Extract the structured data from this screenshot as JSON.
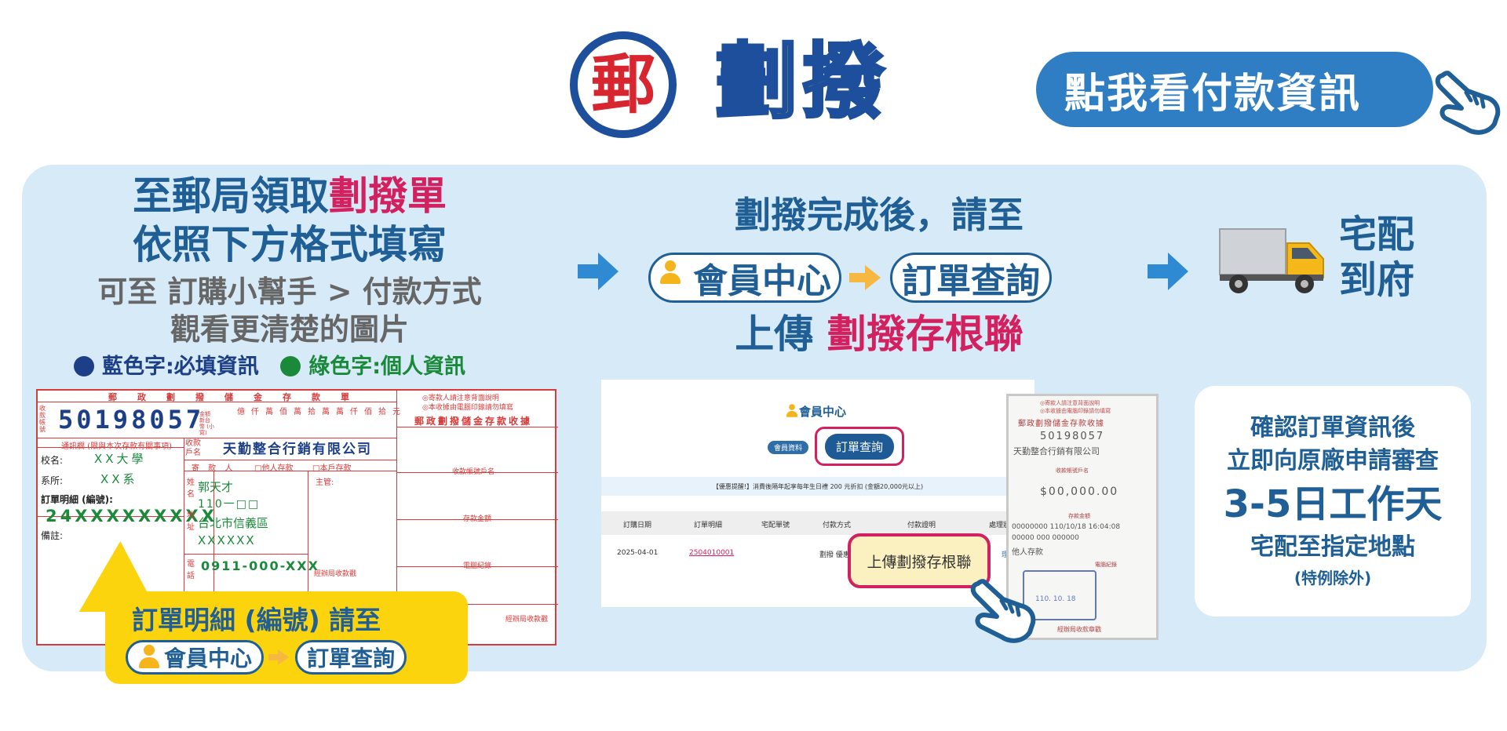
{
  "header": {
    "logo_glyph": "郵",
    "title": "劃撥",
    "pay_info_button": "點我看付款資訊"
  },
  "step1": {
    "line1_prefix": "至郵局領取",
    "line1_highlight": "劃撥單",
    "line2": "依照下方格式填寫",
    "line3": "可至 訂購小幫手 > 付款方式",
    "line4": "觀看更清楚的圖片",
    "legend_blue": "藍色字:必填資訊",
    "legend_green": "綠色字:個人資訊"
  },
  "form": {
    "header_cols": [
      "郵",
      "政",
      "劃",
      "撥",
      "儲",
      "金",
      "存",
      "款",
      "單"
    ],
    "units": [
      "億",
      "仟萬",
      "佰萬",
      "拾萬",
      "萬",
      "仟",
      "佰",
      "拾",
      "元"
    ],
    "account_label": "收款帳號",
    "account": "50198057",
    "amount_label": "金額 新台幣 (小寫)",
    "notice_label": "通訊欄 (限與本次存款有關事項)",
    "payee_label": "收款戶名",
    "payee": "天勤整合行銷有限公司",
    "school_label": "校名:",
    "school": "XX大學",
    "dept_label": "系所:",
    "dept": "XX系",
    "order_label": "訂單明細 (編號):",
    "order_no": "24XXXXXXXXX",
    "remark_label": "備註:",
    "depositor_label": "寄  款  人",
    "other_label": "他人存款",
    "self_label": "本戶存款",
    "name_label": "姓名",
    "name": "郭天才",
    "zip": "110一□□",
    "address_label": "地址",
    "address": "台北市信義區",
    "address2": "XXXXXX",
    "phone_label": "電話",
    "phone": "0911-000-XXX",
    "supervisor_label": "主管:",
    "handler_label": "經辦局收款戳",
    "right_note1": "◎寄款人請注意背面說明",
    "right_note2": "◎本收據由電腦印錄請勿填寫",
    "right_title": "郵政劃撥儲金存款收據",
    "right_r1": "收款帳號戶名",
    "right_r2": "存款金額",
    "right_r3": "電腦紀錄",
    "right_r4": "經辦局收款戳"
  },
  "callout": {
    "text": "訂單明細 (編號) 請至",
    "member": "會員中心",
    "orders": "訂單查詢"
  },
  "step2": {
    "line1": "劃撥完成後，請至",
    "member": "會員中心",
    "orders": "訂單查詢",
    "line3_prefix": "上傳",
    "line3_highlight": "劃撥存根聯"
  },
  "step3": {
    "line1": "宅配",
    "line2": "到府"
  },
  "screenshot": {
    "title": "會員中心",
    "tab_info": "會員資料",
    "tab_orders": "訂單查詢",
    "notice": "【優惠提醒!】消費後隔年起享每年生日禮 200 元折扣 (金額20,000元以上)",
    "columns": [
      "訂購日期",
      "訂單明細",
      "宅配單號",
      "付款方式",
      "付款證明",
      "處理狀"
    ],
    "row": {
      "date": "2025-04-01",
      "order": "2504010001",
      "method": "劃撥 優惠價",
      "status": "理"
    },
    "upload_button": "上傳劃撥存根聯"
  },
  "receipt": {
    "note1": "◎寄款人請注意背面說明",
    "note2": "◎本收據由電腦印錄請勿填寫",
    "title": "郵政劃撥儲金存款收據",
    "account": "50198057",
    "payee": "天勤整合行銷有限公司",
    "label1": "收款帳號戶名",
    "amount": "$00,000.00",
    "label2": "存款金額",
    "rec1": "00000000 110/10/18 16:04:08",
    "rec2": "00000 000 000000",
    "rec3": "他人存款",
    "label3": "電腦紀錄",
    "stamp_line": "110. 10. 18",
    "footer": "經辦局收款章戳"
  },
  "info_card": {
    "line1": "確認訂單資訊後",
    "line2": "立即向原廠申請審查",
    "line3": "3-5日工作天",
    "line4": "宅配至指定地點",
    "line5": "(特例除外)"
  },
  "colors": {
    "accent_blue": "#1f5f96",
    "highlight_pink": "#d3205e",
    "panel_bg": "#d7eaf8",
    "callout_yellow": "#fcd40e"
  }
}
